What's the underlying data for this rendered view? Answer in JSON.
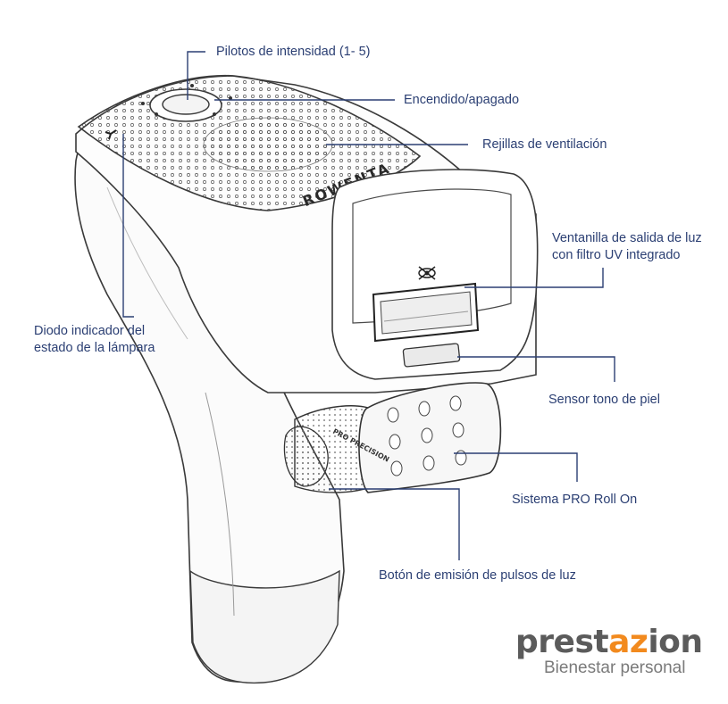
{
  "labels": {
    "pilotos": "Pilotos de intensidad (1- 5)",
    "encendido": "Encendido/apagado",
    "rejillas": "Rejillas de ventilación",
    "ventanilla_l1": "Ventanilla de salida de luz",
    "ventanilla_l2": "con filtro UV integrado",
    "diodo_l1": "Diodo indicador del",
    "diodo_l2": "estado de la lámpara",
    "sensor": "Sensor tono de piel",
    "rollon": "Sistema PRO Roll On",
    "boton": "Botón de emisión de pulsos de luz"
  },
  "device_text": {
    "brand_mark": "ROWENTA",
    "roller_mark": "PRO PRECISION"
  },
  "logo": {
    "brand_part1": "prest",
    "brand_part2": "az",
    "brand_part3": "ion",
    "tagline": "Bienestar personal",
    "accent_color": "#f28a1e",
    "text_color": "#5b5b5b"
  },
  "colors": {
    "label": "#2b3f73",
    "leader": "#2b3f73",
    "sketch": "#3a3a3a"
  }
}
